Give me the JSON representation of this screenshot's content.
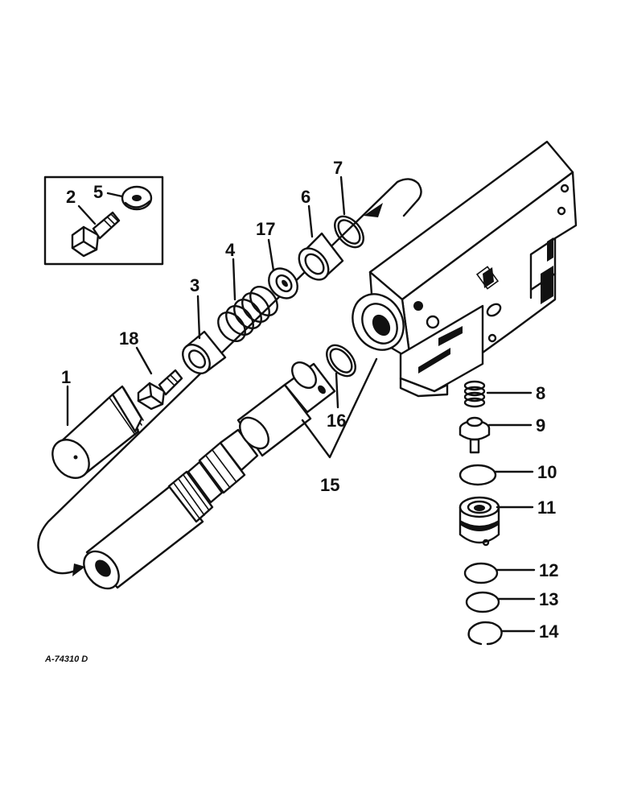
{
  "callouts": [
    {
      "id": "1",
      "label": "1"
    },
    {
      "id": "2",
      "label": "2"
    },
    {
      "id": "3",
      "label": "3"
    },
    {
      "id": "4",
      "label": "4"
    },
    {
      "id": "5",
      "label": "5"
    },
    {
      "id": "6",
      "label": "6"
    },
    {
      "id": "7",
      "label": "7"
    },
    {
      "id": "8",
      "label": "8"
    },
    {
      "id": "9",
      "label": "9"
    },
    {
      "id": "10",
      "label": "10"
    },
    {
      "id": "11",
      "label": "11"
    },
    {
      "id": "12",
      "label": "12"
    },
    {
      "id": "13",
      "label": "13"
    },
    {
      "id": "14",
      "label": "14"
    },
    {
      "id": "15",
      "label": "15"
    },
    {
      "id": "16",
      "label": "16"
    },
    {
      "id": "17",
      "label": "17"
    },
    {
      "id": "18",
      "label": "18"
    }
  ],
  "drawing_id": "A-74310 D",
  "colors": {
    "ink": "#111111",
    "paper": "#ffffff"
  }
}
